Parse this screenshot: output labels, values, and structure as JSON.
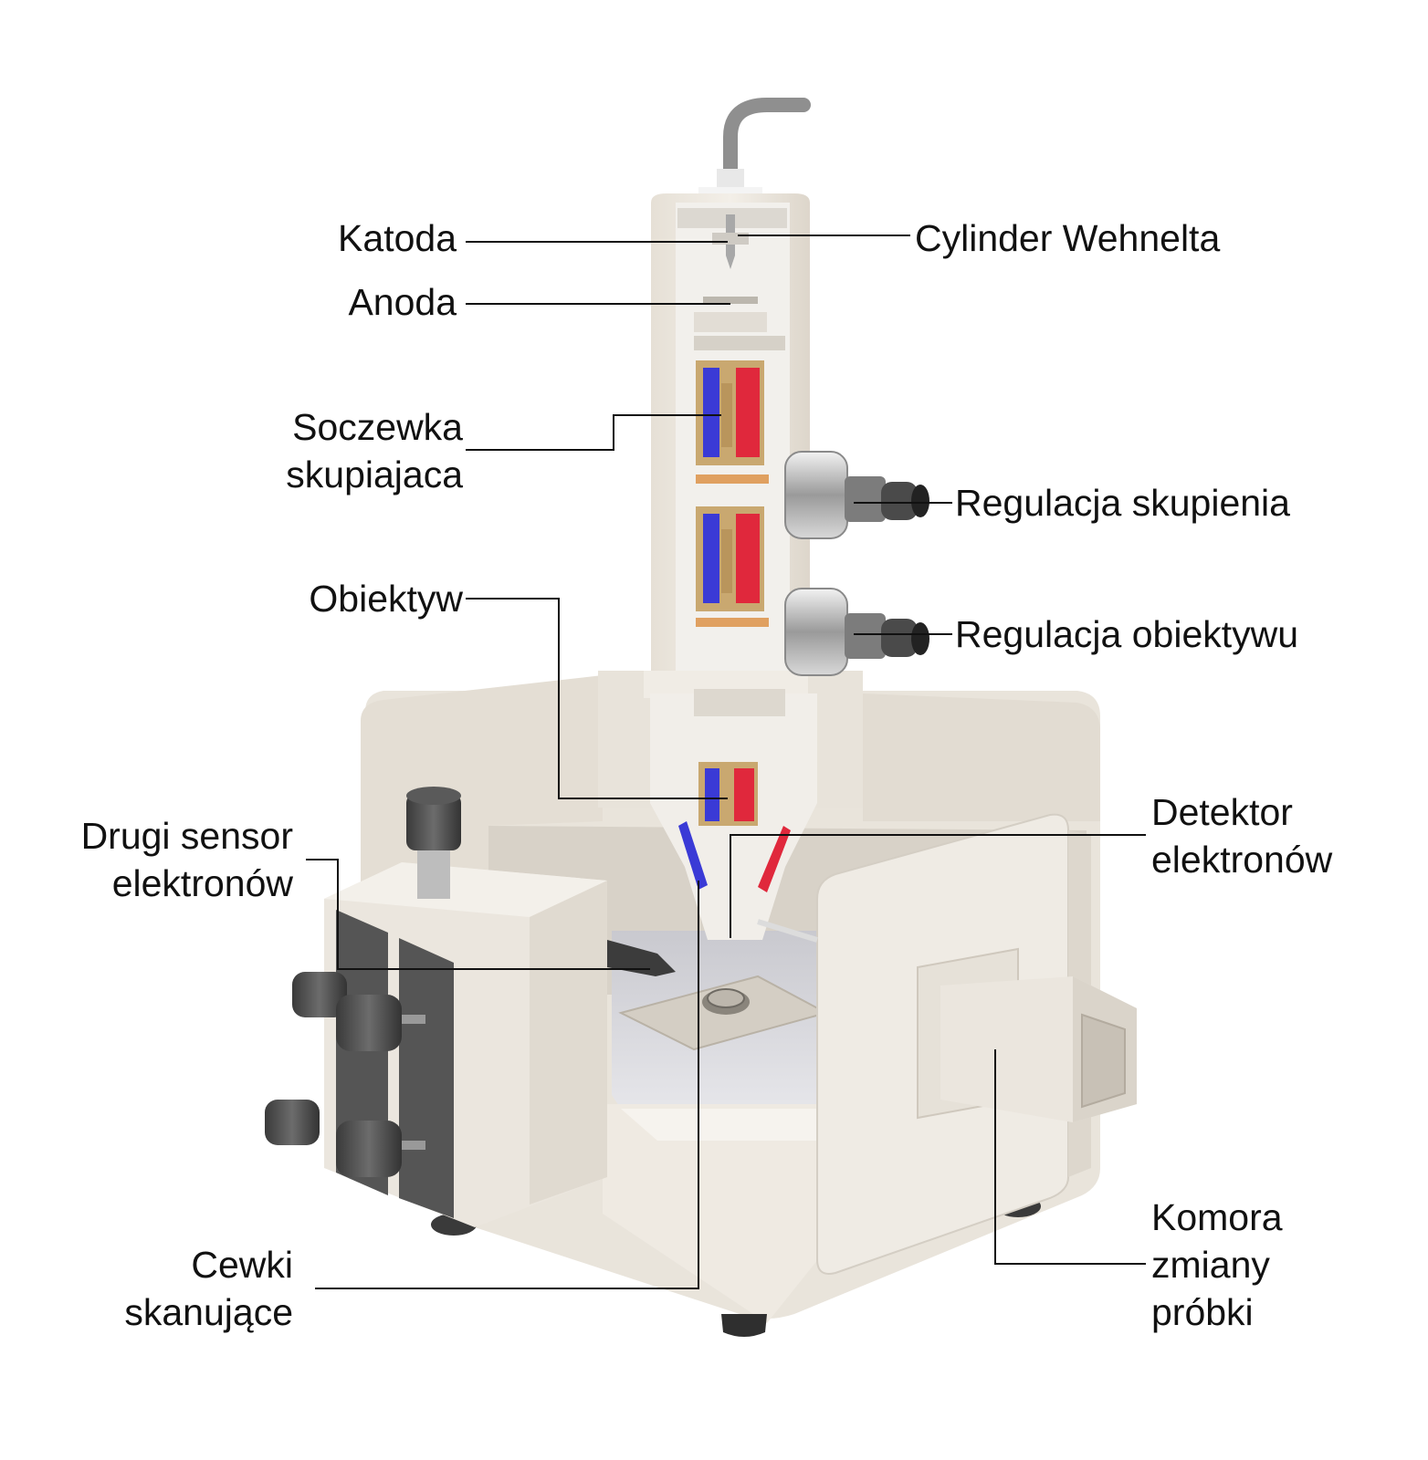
{
  "labels": {
    "katoda": "Katoda",
    "anoda": "Anoda",
    "cylinder_wehnelta": "Cylinder Wehnelta",
    "soczewka_line1": "Soczewka",
    "soczewka_line2": "skupiajaca",
    "regulacja_skupienia": "Regulacja skupienia",
    "obiektyw": "Obiektyw",
    "regulacja_obiektywu": "Regulacja obiektywu",
    "drugi_sensor_line1": "Drugi sensor",
    "drugi_sensor_line2": "elektronów",
    "detektor_line1": "Detektor",
    "detektor_line2": "elektronów",
    "cewki_line1": "Cewki",
    "cewki_line2": "skanujące",
    "komora_line1": "Komora",
    "komora_line2": "zmiany",
    "komora_line3": "próbki"
  },
  "colors": {
    "body": "#ece7df",
    "body_shadow": "#d9d3c9",
    "coil_blue": "#3a3ad6",
    "coil_red": "#e0283c",
    "knob_dark": "#4a4a4a",
    "panel_dark": "#555555",
    "leader": "#111111"
  }
}
